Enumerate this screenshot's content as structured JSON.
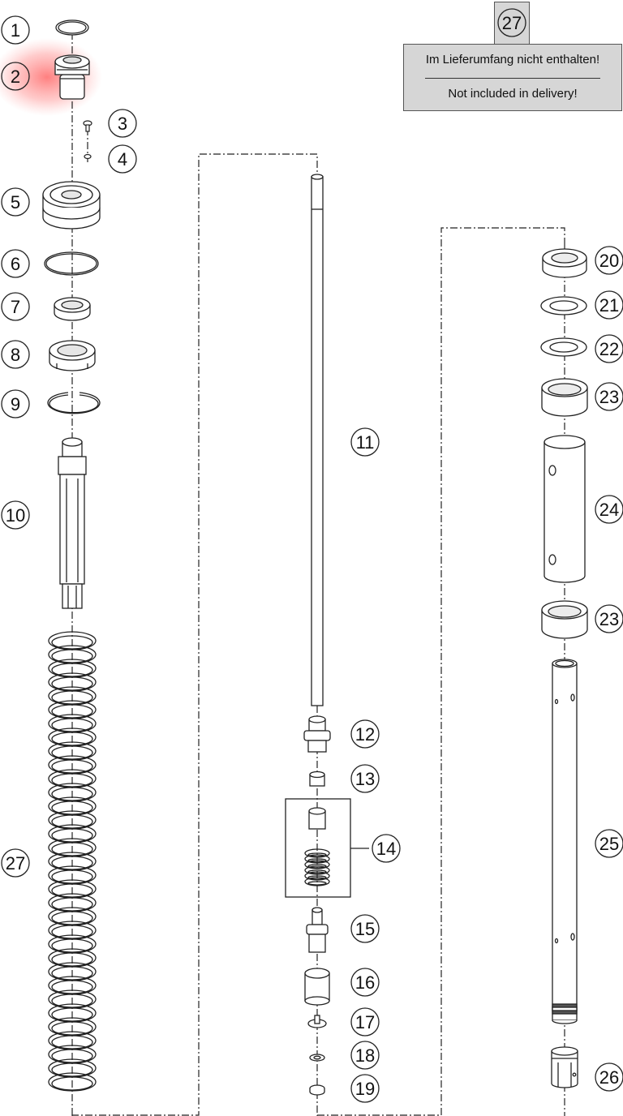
{
  "notice": {
    "part_number": "27",
    "text_de": "Im Lieferumfang nicht enthalten!",
    "text_en": "Not included in delivery!"
  },
  "highlight_color": "#ff3b3b",
  "callouts": {
    "c1": "1",
    "c2": "2",
    "c3": "3",
    "c4": "4",
    "c5": "5",
    "c6": "6",
    "c7": "7",
    "c8": "8",
    "c9": "9",
    "c10": "10",
    "c11": "11",
    "c12": "12",
    "c13": "13",
    "c14": "14",
    "c15": "15",
    "c16": "16",
    "c17": "17",
    "c18": "18",
    "c19": "19",
    "c20": "20",
    "c21": "21",
    "c22": "22",
    "c23a": "23",
    "c24": "24",
    "c23b": "23",
    "c25": "25",
    "c26": "26",
    "c27": "27"
  }
}
